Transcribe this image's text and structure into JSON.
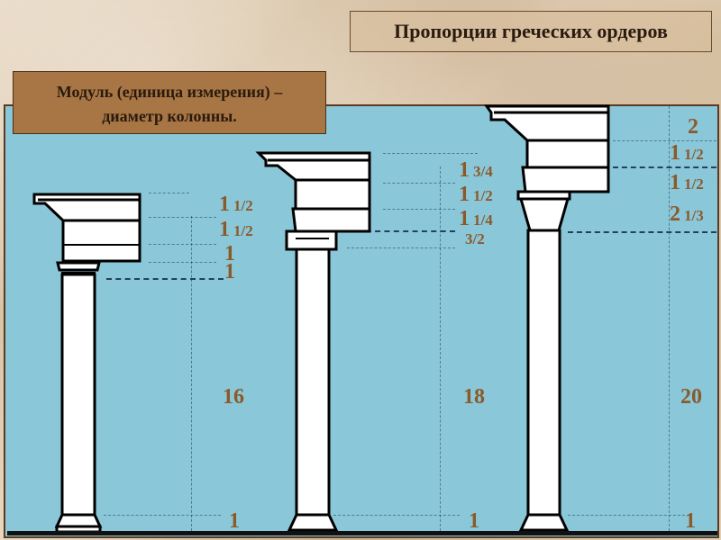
{
  "title": "Пропорции греческих ордеров",
  "note": {
    "line1": "Модуль (единица измерения) –",
    "line2": "диаметр колонны."
  },
  "colors": {
    "panel_bg": "#8ac7d9",
    "label_color": "#8b5a2b",
    "note_bg": "#a77644",
    "title_text": "#2a1a0e"
  },
  "orders": [
    {
      "name": "column-1",
      "labels": [
        {
          "big": "1",
          "small": "1/2"
        },
        {
          "big": "1",
          "small": "1/2"
        },
        {
          "big": "1",
          "small": ""
        },
        {
          "big": "1",
          "small": ""
        }
      ],
      "shaft_height": "16",
      "base_height": "1"
    },
    {
      "name": "column-2",
      "labels": [
        {
          "big": "1",
          "small": "3/4"
        },
        {
          "big": "1",
          "small": "1/2"
        },
        {
          "big": "1",
          "small": "1/4"
        },
        {
          "big": "",
          "small": "3/2"
        }
      ],
      "shaft_height": "18",
      "base_height": "1"
    },
    {
      "name": "column-3",
      "labels": [
        {
          "big": "2",
          "small": ""
        },
        {
          "big": "1",
          "small": "1/2"
        },
        {
          "big": "1",
          "small": "1/2"
        },
        {
          "big": "2",
          "small": "1/3"
        }
      ],
      "shaft_height": "20",
      "base_height": "1"
    }
  ]
}
